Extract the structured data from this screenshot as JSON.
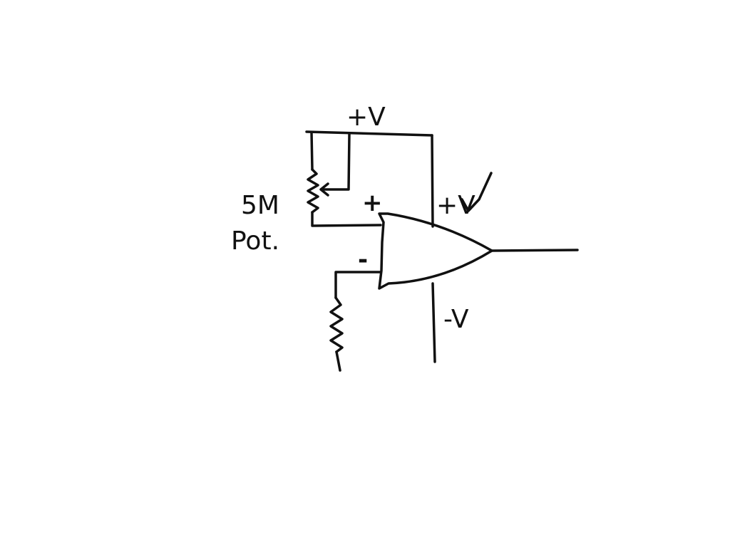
{
  "diagram": {
    "colors": {
      "ink": "#111111",
      "background": "#ffffff"
    },
    "labels": {
      "supply_top": "+V",
      "opamp_pos_supply": "+V",
      "opamp_neg_supply": "-V",
      "pot_value": "5M",
      "pot_name": "Pot.",
      "input_plus": "+",
      "input_minus": "-"
    }
  }
}
